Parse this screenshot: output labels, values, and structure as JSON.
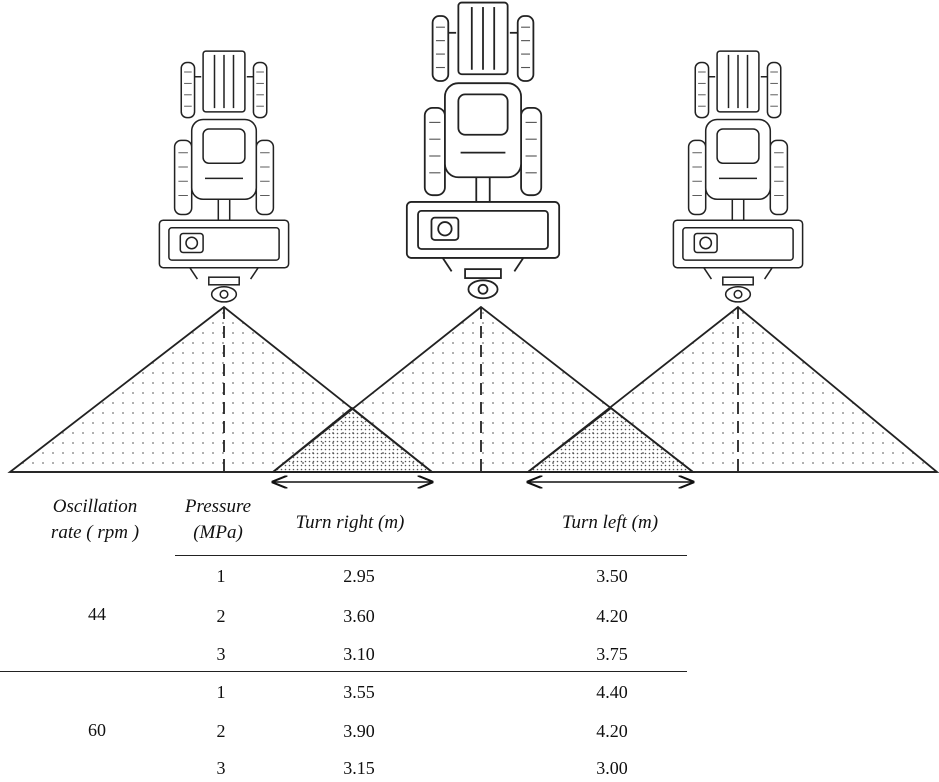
{
  "table": {
    "headers": {
      "oscillation": [
        "Oscillation",
        "rate ( rpm )"
      ],
      "pressure": [
        "Pressure",
        "(MPa)"
      ],
      "turn_right": "Turn right (m)",
      "turn_left": "Turn left (m)"
    },
    "groups": [
      {
        "oscillation_rate": "44",
        "rows": [
          {
            "pressure": "1",
            "turn_right": "2.95",
            "turn_left": "3.50"
          },
          {
            "pressure": "2",
            "turn_right": "3.60",
            "turn_left": "4.20"
          },
          {
            "pressure": "3",
            "turn_right": "3.10",
            "turn_left": "3.75"
          }
        ]
      },
      {
        "oscillation_rate": "60",
        "rows": [
          {
            "pressure": "1",
            "turn_right": "3.55",
            "turn_left": "4.40"
          },
          {
            "pressure": "2",
            "turn_right": "3.90",
            "turn_left": "4.20"
          },
          {
            "pressure": "3",
            "turn_right": "3.15",
            "turn_left": "3.00"
          }
        ]
      }
    ]
  }
}
